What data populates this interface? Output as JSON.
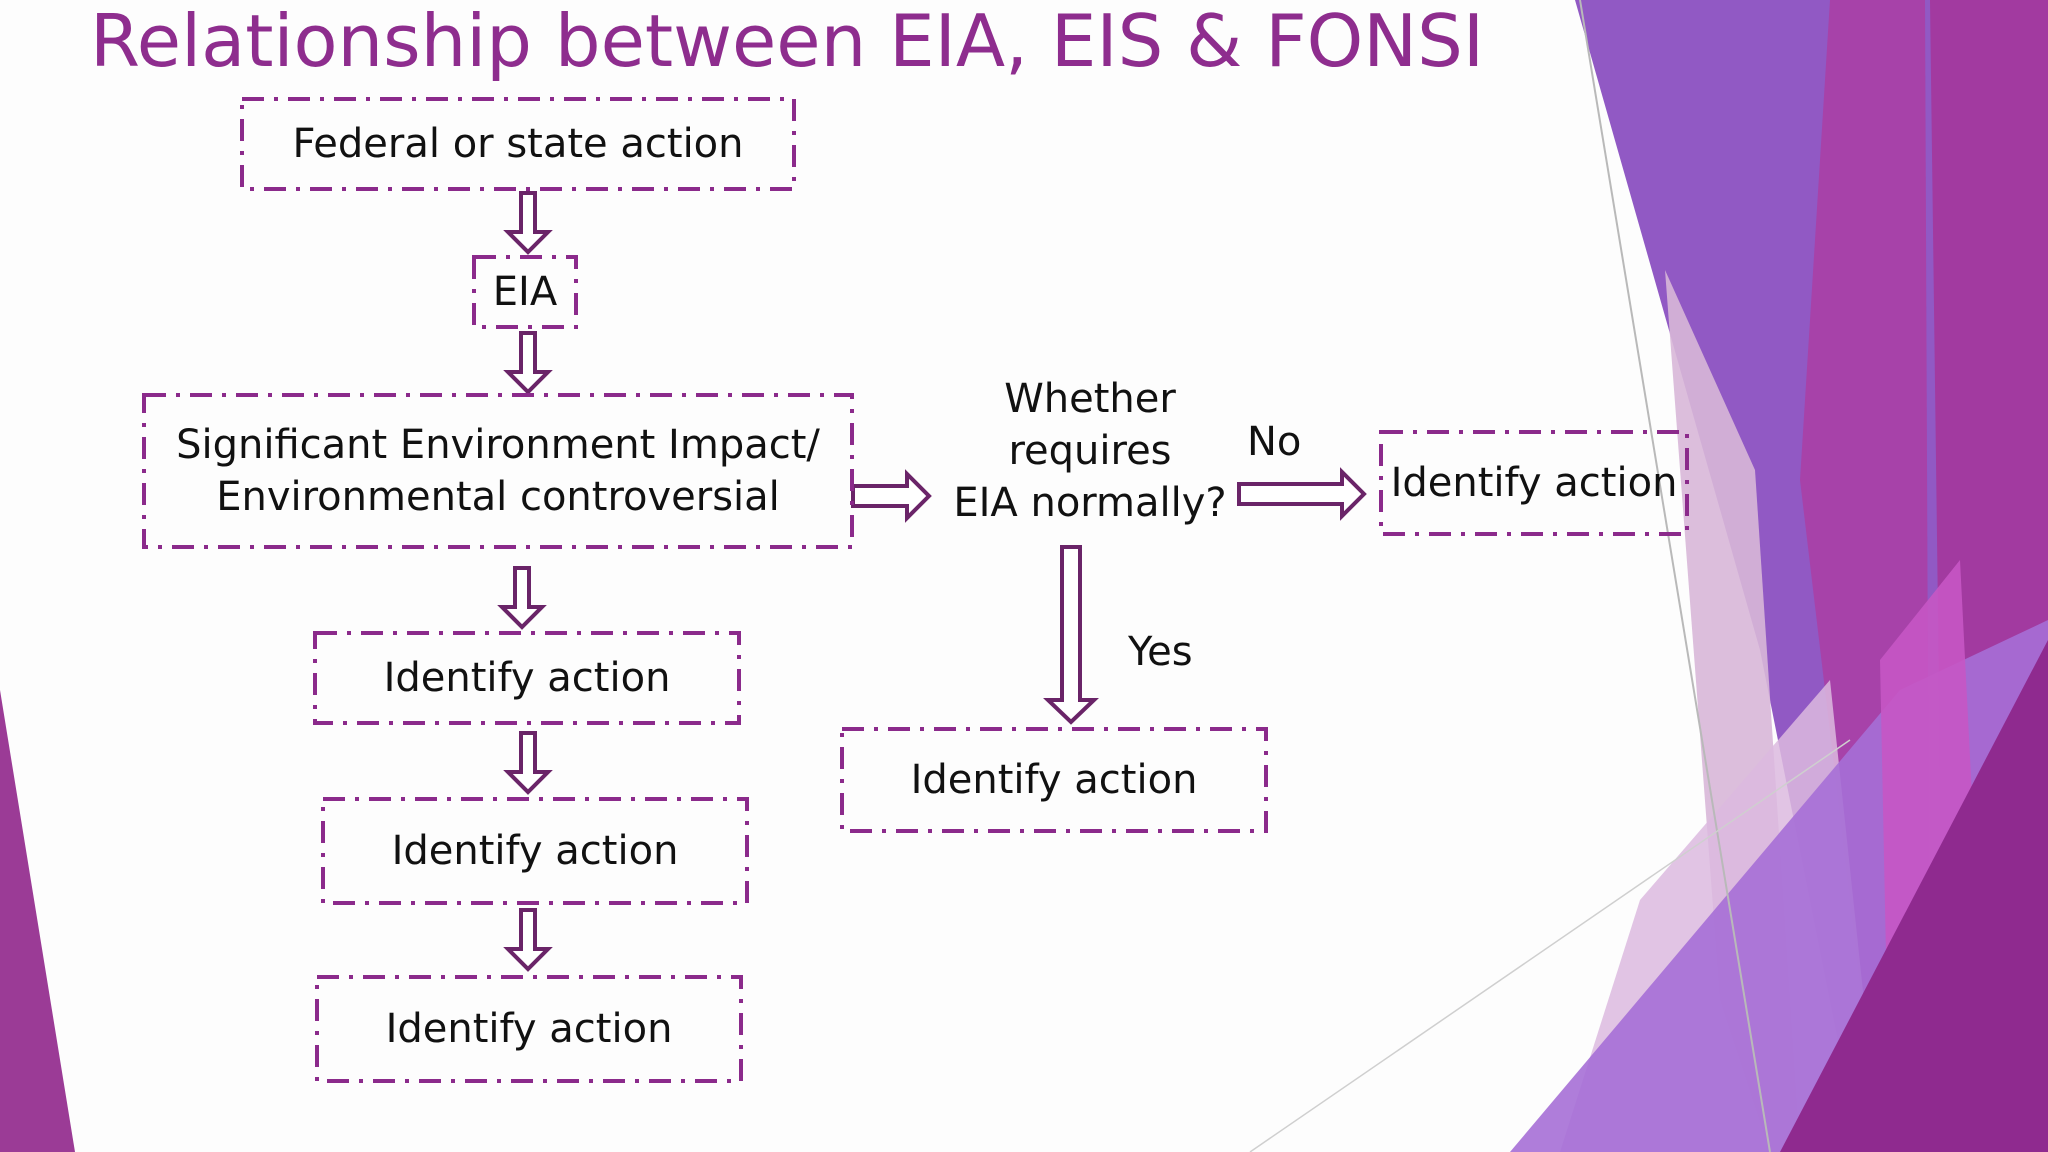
{
  "title": "Relationship between EIA, EIS & FONSI",
  "colors": {
    "accent": "#8e2d8e",
    "box_border": "#8b2a8b",
    "arrow": "#6a2468"
  },
  "boxes": {
    "federal": "Federal or state action",
    "eia": "EIA",
    "significant_line1": "Significant Environment Impact/",
    "significant_line2": "Environmental controversial",
    "decision_line1": "Whether",
    "decision_line2": "requires",
    "decision_line3": "EIA normally?",
    "identify_1": "Identify action",
    "identify_2": "Identify action",
    "identify_3": "Identify action",
    "identify_yes": "Identify action",
    "identify_no": "Identify action"
  },
  "labels": {
    "no": "No",
    "yes": "Yes"
  }
}
